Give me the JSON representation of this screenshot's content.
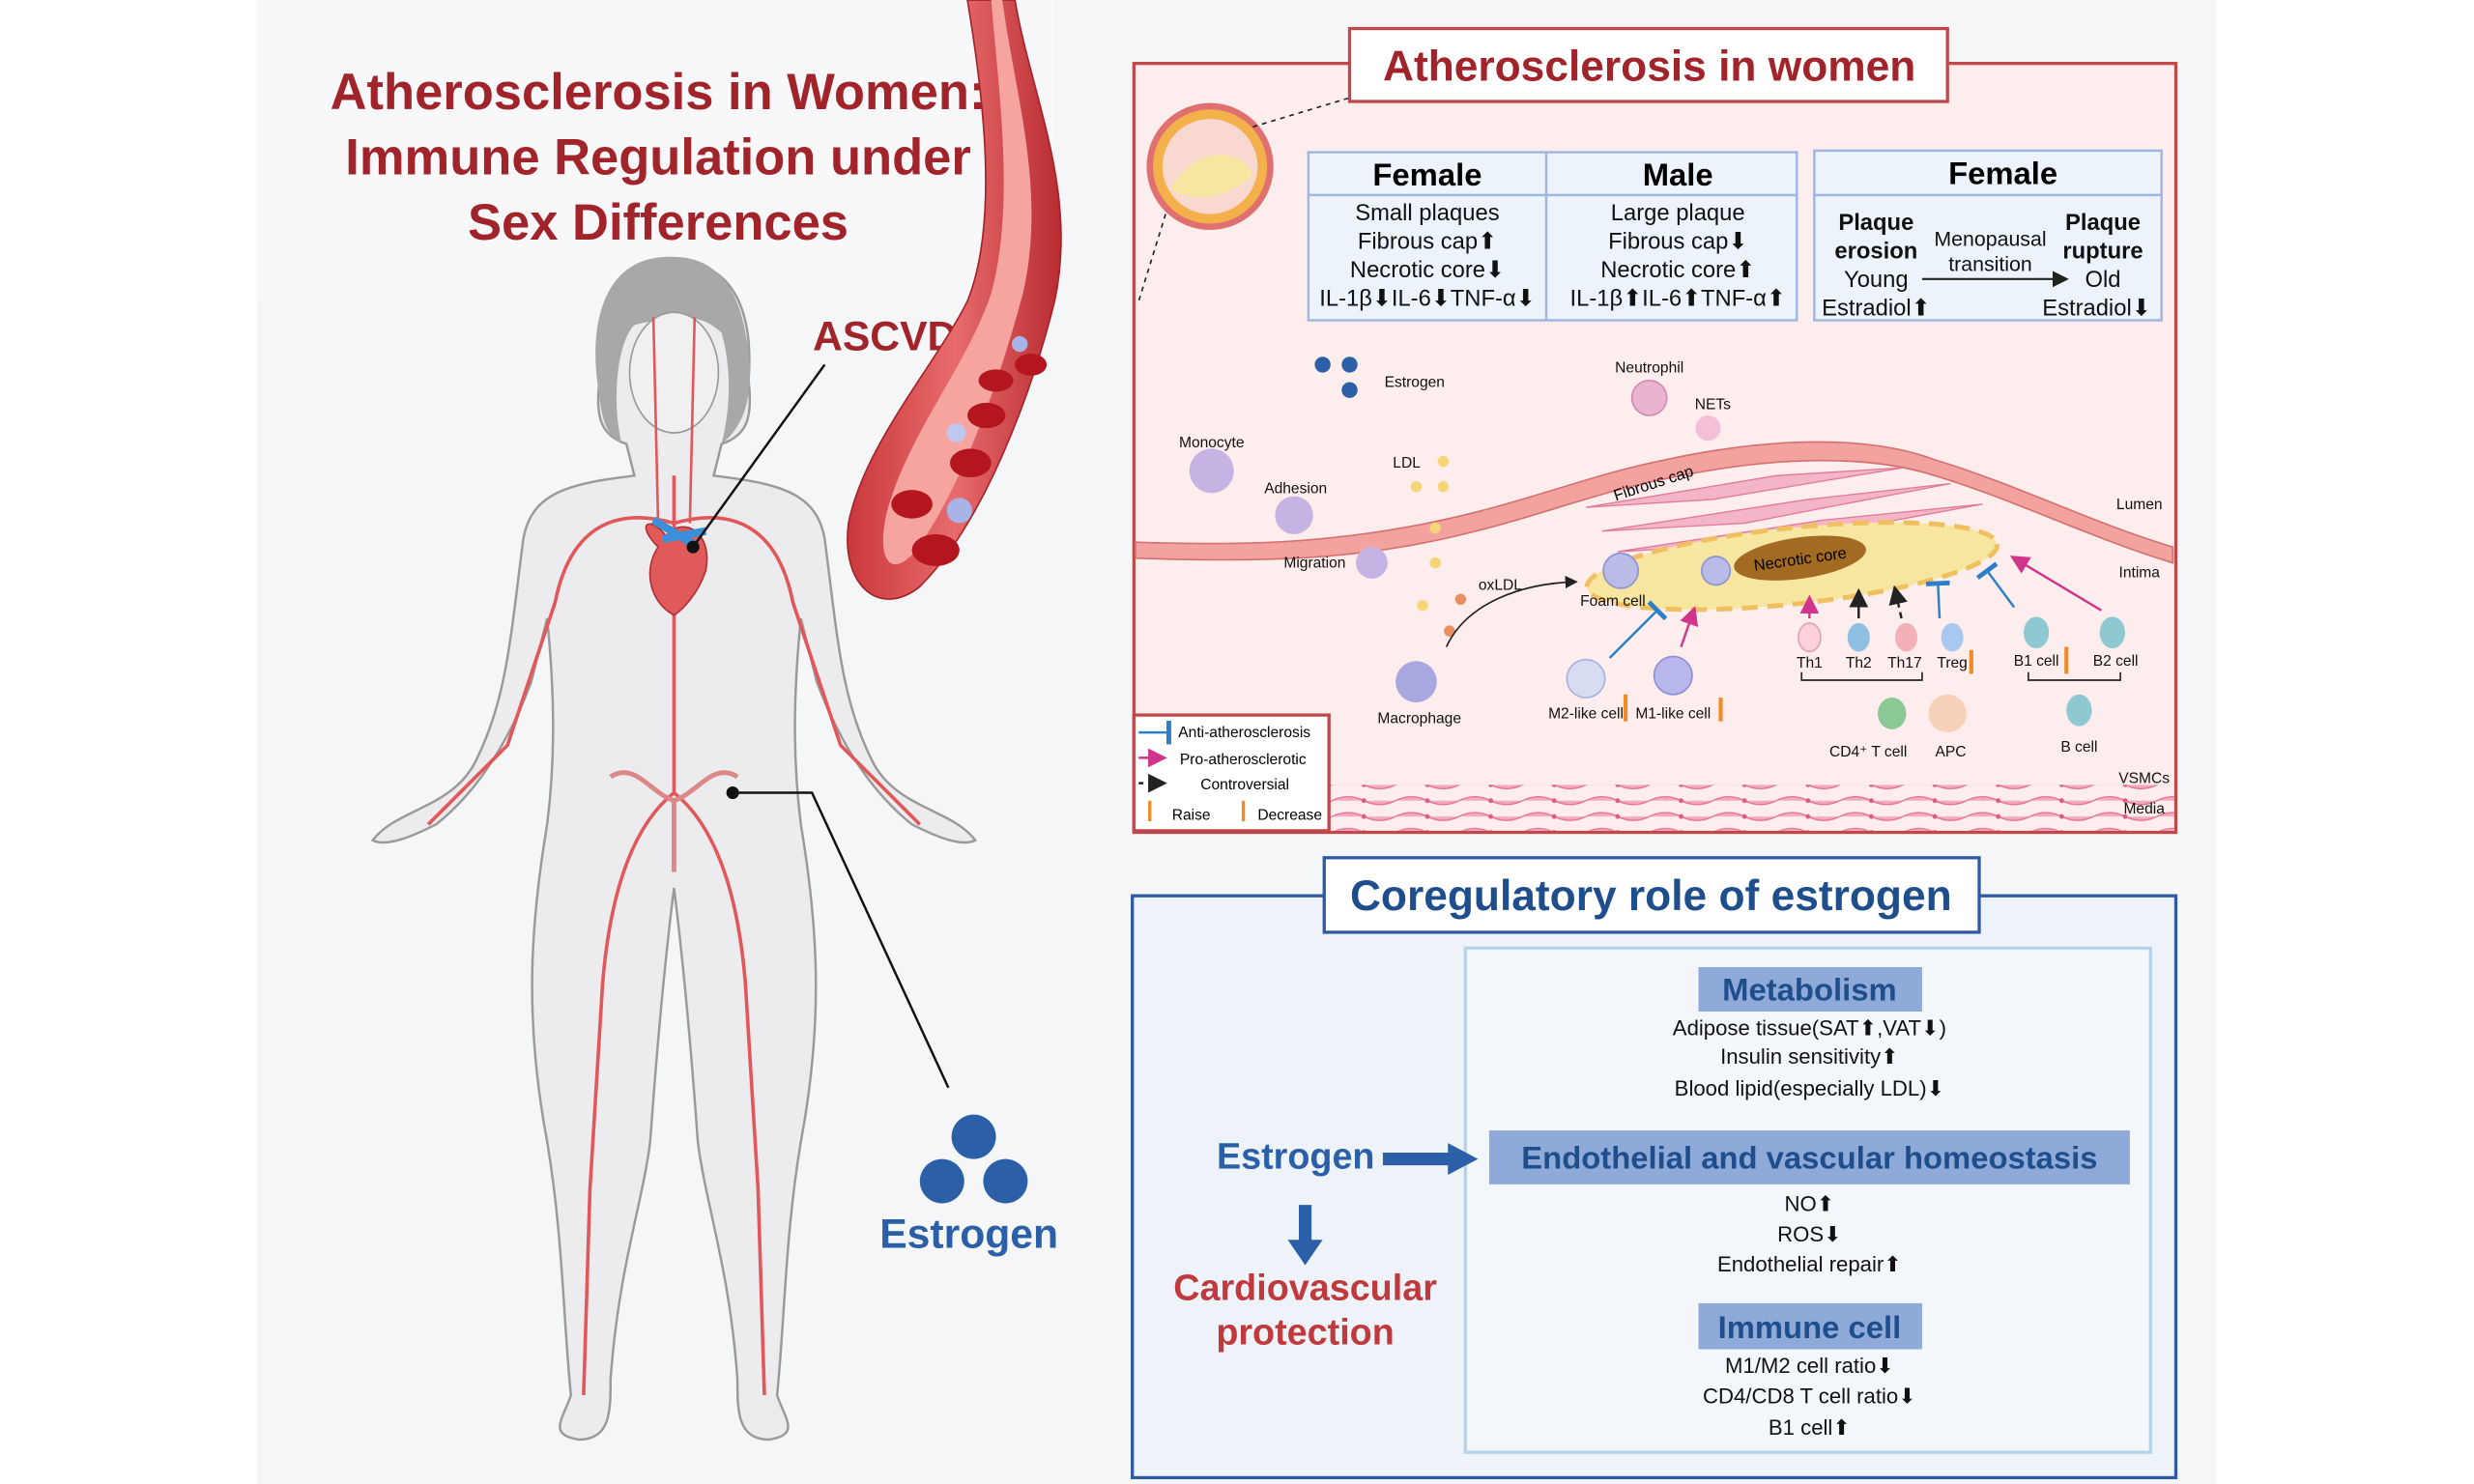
{
  "title": {
    "line1": "Atherosclerosis in Women:",
    "line2": "Immune Regulation under",
    "line3": "Sex Differences"
  },
  "left": {
    "ascvd": "ASCVD",
    "estrogen": "Estrogen"
  },
  "athero": {
    "title": "Atherosclerosis in women",
    "table1": {
      "female_header": "Female",
      "male_header": "Male",
      "female_rows": [
        "Small plaques",
        "Fibrous cap⬆",
        "Necrotic core⬇",
        "IL-1β⬇IL-6⬇TNF-α⬇"
      ],
      "male_rows": [
        "Large plaque",
        "Fibrous cap⬇",
        "Necrotic core⬆",
        "IL-1β⬆IL-6⬆TNF-α⬆"
      ]
    },
    "table2": {
      "header": "Female",
      "left_bold1": "Plaque",
      "left_bold2": "erosion",
      "left1": "Young",
      "left2": "Estradiol⬆",
      "mid1": "Menopausal",
      "mid2": "transition",
      "right_bold1": "Plaque",
      "right_bold2": "rupture",
      "right1": "Old",
      "right2": "Estradiol⬇"
    },
    "labels": {
      "estrogen": "Estrogen",
      "neutrophil": "Neutrophil",
      "nets": "NETs",
      "monocyte": "Monocyte",
      "adhesion": "Adhesion",
      "ldl": "LDL",
      "migration": "Migration",
      "oxldl": "oxLDL",
      "fibrous_cap": "Fibrous cap",
      "necrotic_core": "Necrotic core",
      "foam_cell": "Foam cell",
      "lumen": "Lumen",
      "intima": "Intima",
      "th1": "Th1",
      "th2": "Th2",
      "th17": "Th17",
      "treg": "Treg",
      "b1": "B1 cell",
      "b2": "B2 cell",
      "macrophage": "Macrophage",
      "m2": "M2-like cell",
      "m1": "M1-like cell",
      "cd4": "CD4⁺  T cell",
      "apc": "APC",
      "bcell": "B cell",
      "vsmcs": "VSMCs",
      "media": "Media"
    },
    "legend": {
      "anti": "Anti-atherosclerosis",
      "pro": "Pro-atherosclerotic",
      "controversial": "Controversial",
      "raise": "Raise",
      "decrease": "Decrease"
    }
  },
  "coreg": {
    "title": "Coregulatory role of estrogen",
    "estrogen": "Estrogen",
    "protection1": "Cardiovascular",
    "protection2": "protection",
    "metabolism": {
      "header": "Metabolism",
      "items": [
        "Adipose tissue(SAT⬆,VAT⬇)",
        "Insulin sensitivity⬆",
        "Blood lipid(especially LDL)⬇"
      ]
    },
    "endothelial": {
      "header": "Endothelial and vascular homeostasis",
      "items": [
        "NO⬆",
        "ROS⬇",
        "Endothelial repair⬆"
      ]
    },
    "immune": {
      "header": "Immune cell",
      "items": [
        "M1/M2 cell ratio⬇",
        "CD4/CD8 T cell ratio⬇",
        "B1 cell⬆"
      ]
    }
  },
  "colors": {
    "red": "#a0242a",
    "blue": "#2b5fa8",
    "pink_bg": "#fdeded",
    "blue_bg": "#eef3fa",
    "header_blue": "#8faad8",
    "orange": "#f08a24",
    "magenta": "#d0358c"
  }
}
